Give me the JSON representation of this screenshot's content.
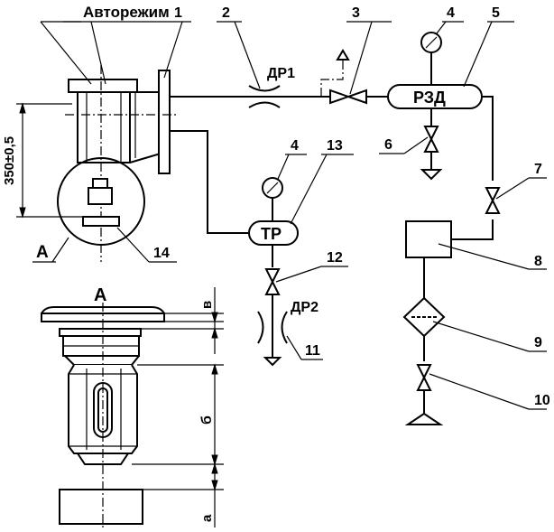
{
  "labels": {
    "autorezhim": "Авторежим",
    "dr1": "ДР1",
    "dr2": "ДР2",
    "rzd": "РЗД",
    "tr": "ТР",
    "dim_350": "350±0,5",
    "view_a": "А",
    "view_a_title": "А",
    "dim_v": "в",
    "dim_b": "б",
    "dim_a": "а"
  },
  "callouts": {
    "n1": "1",
    "n2": "2",
    "n3": "3",
    "n4a": "4",
    "n5": "5",
    "n6": "6",
    "n7": "7",
    "n4b": "4",
    "n13": "13",
    "n8": "8",
    "n12": "12",
    "n11": "11",
    "n9": "9",
    "n10": "10",
    "n14": "14"
  }
}
